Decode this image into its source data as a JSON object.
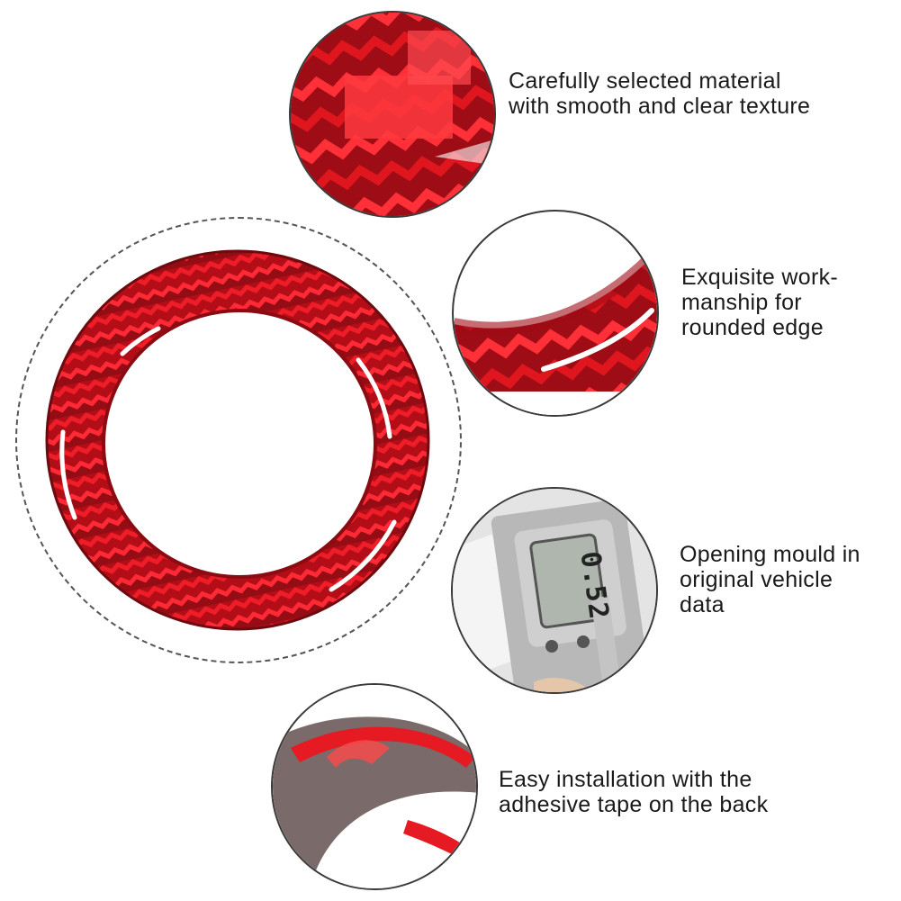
{
  "features": [
    {
      "id": "material",
      "lines": [
        "Carefully selected material",
        "with smooth and clear texture"
      ]
    },
    {
      "id": "edge",
      "lines": [
        "Exquisite work-",
        "manship for",
        "rounded edge"
      ]
    },
    {
      "id": "mould",
      "lines": [
        "Opening mould in",
        "original vehicle",
        "data"
      ]
    },
    {
      "id": "install",
      "lines": [
        "Easy installation with the",
        "adhesive tape on the back"
      ]
    }
  ],
  "caliper_reading": "0.52",
  "colors": {
    "carbon_red": "#d0121e",
    "carbon_dark": "#7a0a10",
    "circle_border": "#3a3a3a",
    "dashed_ring": "#555555",
    "text": "#1a1a1a"
  },
  "icons": [
    "carbon-fiber-ring",
    "material-closeup",
    "edge-closeup",
    "caliper-closeup",
    "adhesive-closeup"
  ]
}
